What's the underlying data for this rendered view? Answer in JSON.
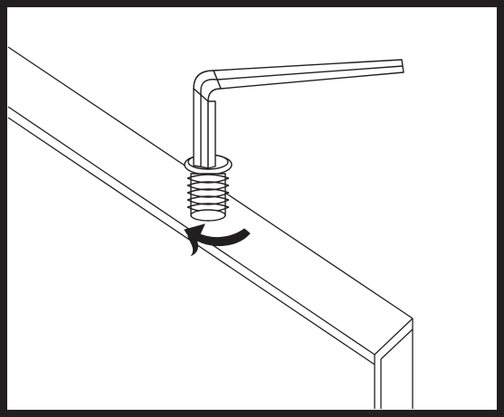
{
  "figure": {
    "kind": "assembly-instruction-illustration",
    "parts": [
      "board-panel",
      "threaded-insert",
      "hex-key",
      "rotation-arrow"
    ],
    "rotation_direction": "counterclockwise",
    "colors": {
      "line": "#231f20",
      "background": "#ffffff",
      "key_fill": "#ffffff",
      "arrow_fill": "#231f20"
    }
  }
}
